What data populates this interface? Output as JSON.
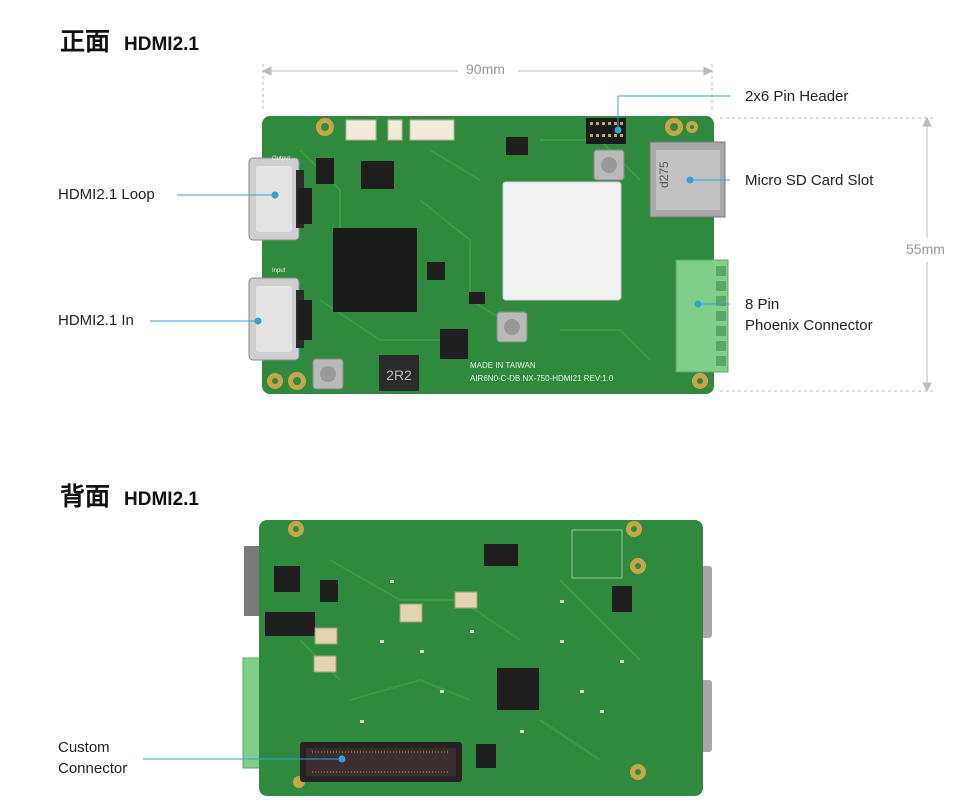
{
  "front": {
    "title_zh": "正面",
    "title_en": "HDMI2.1"
  },
  "back": {
    "title_zh": "背面",
    "title_en": "HDMI2.1"
  },
  "dimensions": {
    "width": "90mm",
    "height": "55mm"
  },
  "callouts": {
    "pin_header": "2x6 Pin Header",
    "sd_slot": "Micro SD Card Slot",
    "hdmi_loop": "HDMI2.1 Loop",
    "hdmi_in": "HDMI2.1 In",
    "phoenix_line1": "8 Pin",
    "phoenix_line2": "Phoenix Connector",
    "custom_line1": "Custom",
    "custom_line2": "Connector"
  },
  "board_text": {
    "made_in": "MADE IN TAIWAN",
    "model": "AIR6N0-C-DB NX-750-HDMI21 REV:1.0",
    "inductor": "2R2",
    "output": "Output",
    "input": "Input",
    "sd_mark": "d275"
  },
  "colors": {
    "pcb": "#2f8a3e",
    "pcb_dark": "#236d30",
    "accent": "#2ea3d6",
    "phoenix": "#7fcf8a"
  }
}
